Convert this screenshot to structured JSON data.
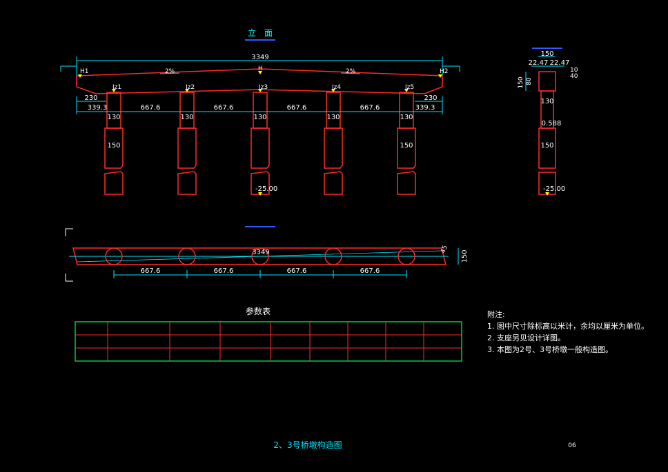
{
  "elevation": {
    "title": "立　面",
    "total_length": "3349",
    "slope_left": "2%",
    "slope_right": "2%",
    "left_end_label": "H1",
    "center_label": "H",
    "right_end_label": "H2",
    "pier_labels": [
      "Iz1",
      "Iz2",
      "Iz3",
      "Iz4",
      "Iz5"
    ],
    "end_offset": "230",
    "spacing_row": [
      "339.3",
      "667.6",
      "667.6",
      "667.6",
      "667.6",
      "339.3"
    ],
    "column_width": "130",
    "pile_diameter": "150",
    "pile_bottom_elev": "-25.00"
  },
  "side_view": {
    "top_width": "150",
    "left_offset": "22.47",
    "right_offset": "22.47",
    "cap_height": "150",
    "cap_inner": "80",
    "small_dim_a": "10",
    "small_dim_b": "40",
    "column_width": "130",
    "slope_value": "0.588",
    "pile_diameter": "150",
    "pile_bottom_elev": "-25.00"
  },
  "plan": {
    "total_length": "3349",
    "spacing": [
      "667.6",
      "667.6",
      "667.6",
      "667.6"
    ],
    "width": "150",
    "edge_mark": "45"
  },
  "param_table": {
    "title": "参数表"
  },
  "notes": {
    "heading": "附注:",
    "items": [
      "1. 图中尺寸除标高以米计，余均以厘米为单位。",
      "2. 支座另见设计详图。",
      "3. 本图为2号、3号桥墩一般构造图。"
    ]
  },
  "footer": {
    "drawing_title": "2、3号桥墩构造图",
    "sheet_number": "06"
  },
  "colors": {
    "structure": "#ff2a2a",
    "dimension": "#00e5ff",
    "table_border": "#00cc44",
    "marker": "#ffff00",
    "title_underline": "#3355ff"
  }
}
